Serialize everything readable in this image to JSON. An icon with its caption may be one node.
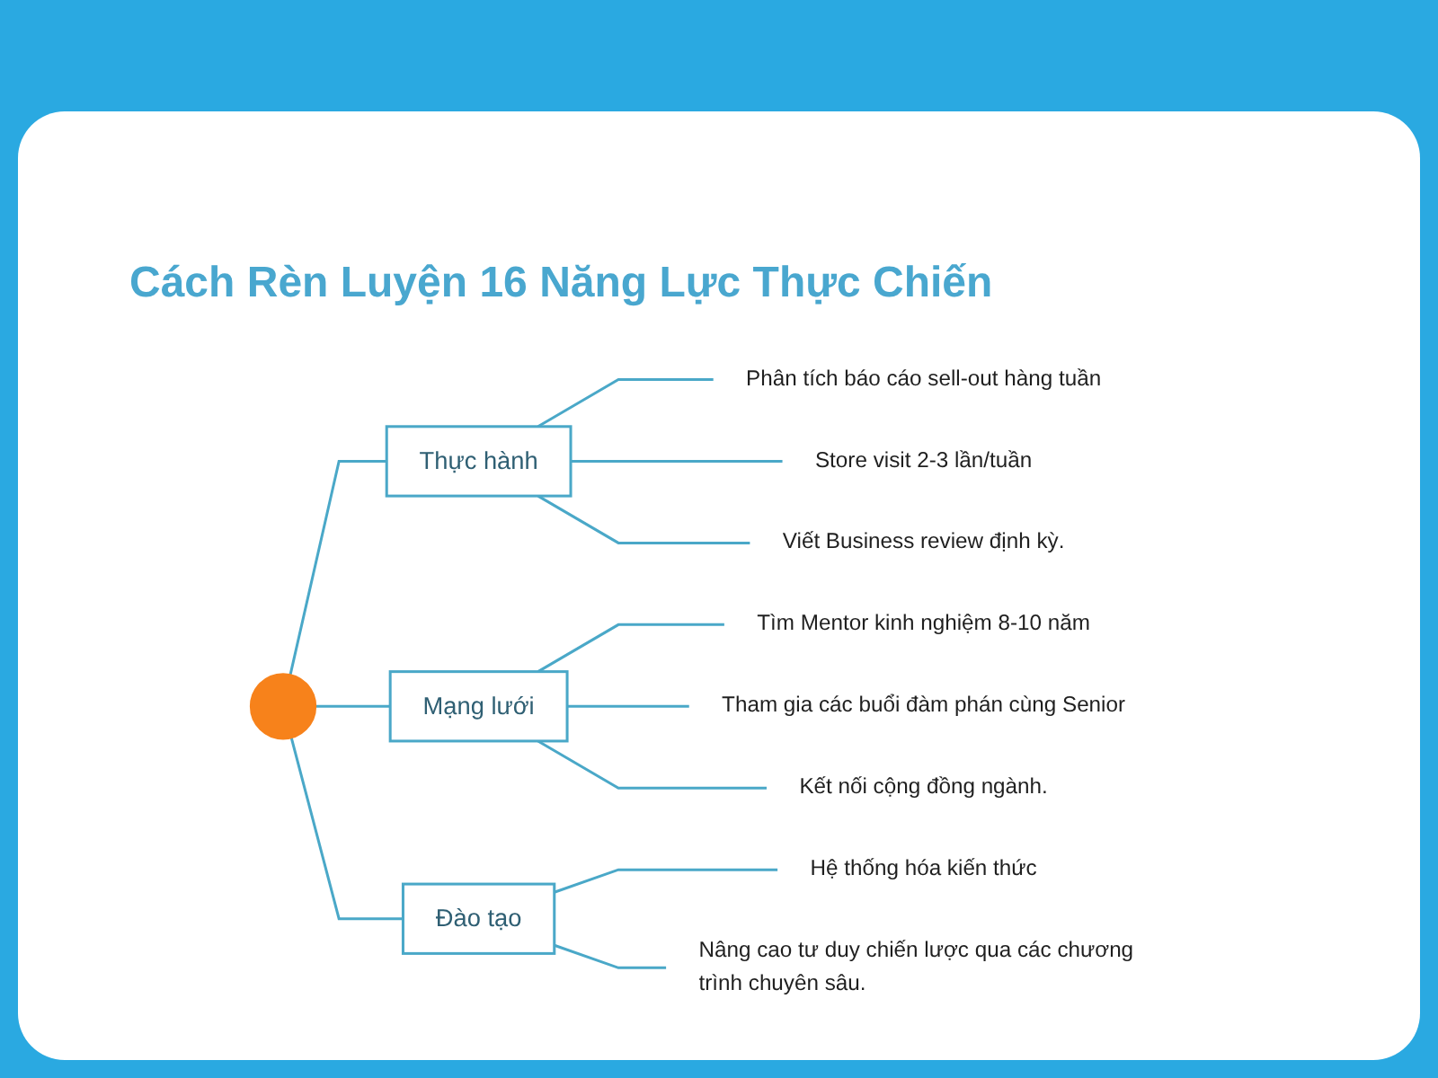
{
  "diagram": {
    "title": "Cách Rèn Luyện 16 Năng Lực Thực Chiến",
    "nodes": [
      {
        "text": [],
        "shape": "circle"
      },
      {
        "text": [
          "Thực hành"
        ]
      },
      {
        "text": [
          "Phân tích báo cáo sell-out hàng tuần"
        ]
      },
      {
        "text": [
          "Store visit 2-3 lần/tuần"
        ]
      },
      {
        "text": [
          "Viết Business review định kỳ."
        ]
      },
      {
        "text": [
          "Mạng lưới"
        ]
      },
      {
        "text": [
          "Tìm Mentor kinh nghiệm 8-10 năm"
        ]
      },
      {
        "text": [
          "Tham gia các buổi đàm phán cùng Senior"
        ]
      },
      {
        "text": [
          "Kết nối cộng đồng ngành."
        ]
      },
      {
        "text": [
          "Đào tạo"
        ]
      },
      {
        "text": [
          "Hệ thống hóa kiến thức"
        ]
      },
      {
        "text": [
          "Nâng cao tư duy chiến lược qua các chương trình chuyên sâu."
        ]
      }
    ],
    "edges": [
      {
        "from": 0,
        "to": 1,
        "arrow": "none"
      },
      {
        "from": 0,
        "to": 5,
        "arrow": "none"
      },
      {
        "from": 0,
        "to": 9,
        "arrow": "none"
      },
      {
        "from": 1,
        "to": 2,
        "arrow": "none"
      },
      {
        "from": 1,
        "to": 3,
        "arrow": "none"
      },
      {
        "from": 1,
        "to": 4,
        "arrow": "none"
      },
      {
        "from": 5,
        "to": 6,
        "arrow": "none"
      },
      {
        "from": 5,
        "to": 7,
        "arrow": "none"
      },
      {
        "from": 5,
        "to": 8,
        "arrow": "none"
      },
      {
        "from": 9,
        "to": 10,
        "arrow": "none"
      },
      {
        "from": 9,
        "to": 11,
        "arrow": "none"
      }
    ]
  }
}
